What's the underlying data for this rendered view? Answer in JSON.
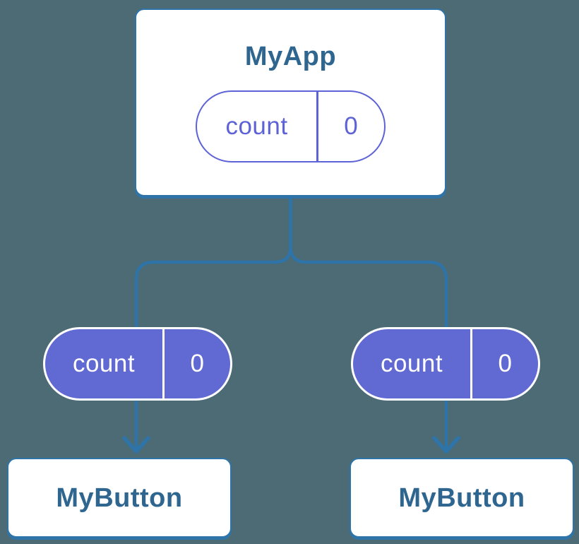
{
  "colors": {
    "background": "#4C6B74",
    "connector": "#2E74A9",
    "node_border": "#2E74A9",
    "node_background": "#FFFFFF",
    "node_text": "#2F6690",
    "state_purple": "#5D63D6",
    "state_fill": "#6169D3",
    "state_text_on_fill": "#FFFFFF"
  },
  "nodes": {
    "root": {
      "title": "MyApp",
      "state": {
        "label": "count",
        "value": "0"
      }
    },
    "children": [
      {
        "title": "MyButton",
        "state": {
          "label": "count",
          "value": "0"
        }
      },
      {
        "title": "MyButton",
        "state": {
          "label": "count",
          "value": "0"
        }
      }
    ]
  }
}
